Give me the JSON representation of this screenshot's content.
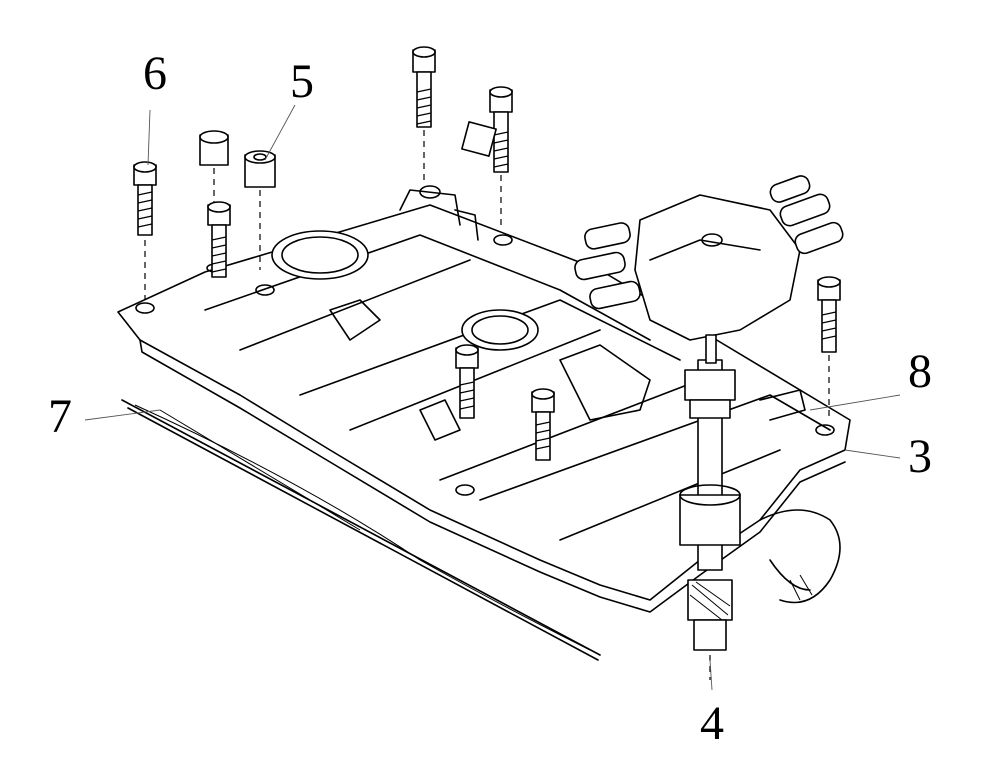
{
  "callouts": {
    "c3": "3",
    "c4": "4",
    "c5": "5",
    "c6": "6",
    "c7": "7",
    "c8": "8"
  }
}
